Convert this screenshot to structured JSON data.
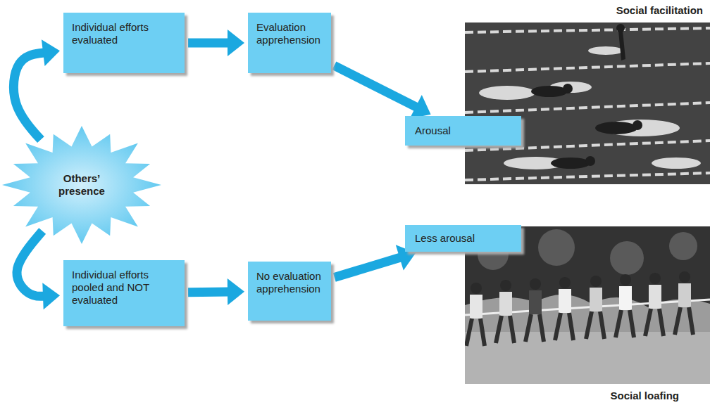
{
  "diagram": {
    "nodes": [
      {
        "text": [
          "Individual efforts evaluated"
        ]
      },
      {
        "text": [
          "Evaluation apprehension"
        ]
      },
      {
        "text": [
          "Arousal"
        ]
      },
      {
        "text": [
          "Social facilitation"
        ]
      },
      {
        "text": [
          "Others’ presence"
        ]
      },
      {
        "text": [
          "Less arousal"
        ]
      },
      {
        "text": [
          "Social loafing"
        ]
      },
      {
        "text": [
          "Individual efforts pooled and NOT evaluated"
        ]
      },
      {
        "text": [
          "No evaluation apprehension"
        ]
      }
    ],
    "edges": [
      {
        "from": 4,
        "to": 0,
        "arrow": "to"
      },
      {
        "from": 4,
        "to": 7,
        "arrow": "to"
      },
      {
        "from": 0,
        "to": 1,
        "arrow": "to"
      },
      {
        "from": 1,
        "to": 2,
        "arrow": "to"
      },
      {
        "from": 7,
        "to": 8,
        "arrow": "to"
      },
      {
        "from": 8,
        "to": 5,
        "arrow": "to"
      }
    ]
  }
}
